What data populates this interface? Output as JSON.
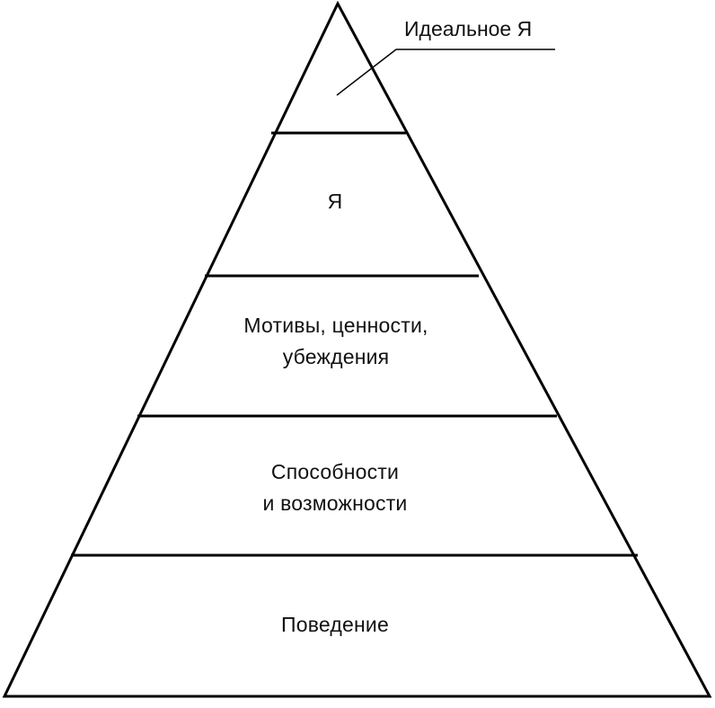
{
  "diagram": {
    "callout": "Идеальное Я",
    "levels": [
      {
        "lines": [
          "Я"
        ]
      },
      {
        "lines": [
          "Мотивы, ценности,",
          "убеждения"
        ]
      },
      {
        "lines": [
          "Способности",
          "и возможности"
        ]
      },
      {
        "lines": [
          "Поведение"
        ]
      }
    ]
  }
}
